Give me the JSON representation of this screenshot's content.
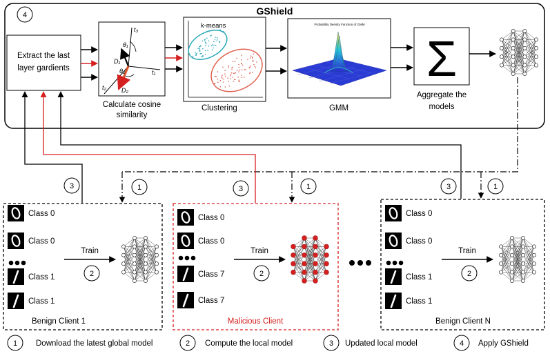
{
  "title": "GShield",
  "top": {
    "extract": [
      "Extract the last",
      "layer gardients"
    ],
    "cosine_caption": [
      "Calculate cosine",
      "similarity"
    ],
    "clustering_caption": "Clustering",
    "kmeans_label": "k-means",
    "gmm_caption": "GMM",
    "gmm_plot_title": "Probability Density Function of GMM",
    "aggregate_caption": [
      "Aggregate the",
      "models"
    ],
    "sigma": "Σ",
    "vector_labels": {
      "t3": "t₃",
      "t1": "t₁",
      "t2": "t₂",
      "theta1": "θ₁",
      "theta2": "θ₂",
      "d1": "D₁",
      "d2": "D₂"
    }
  },
  "clients": [
    {
      "name": "Benign Client 1",
      "classes": [
        "Class 0",
        "Class 0",
        "Class 1",
        "Class 1"
      ],
      "train": "Train",
      "malicious": false
    },
    {
      "name": "Malicious Client",
      "classes": [
        "Class 0",
        "Class 0",
        "Class 7",
        "Class 7"
      ],
      "train": "Train",
      "malicious": true
    },
    {
      "name": "Benign Client N",
      "classes": [
        "Class 0",
        "Class 0",
        "Class 1",
        "Class 1"
      ],
      "train": "Train",
      "malicious": false
    }
  ],
  "steps": {
    "n1": "1",
    "n2": "2",
    "n3": "3",
    "n4": "4"
  },
  "legend": [
    {
      "num": "1",
      "text": "Download the latest global model"
    },
    {
      "num": "2",
      "text": "Compute the local model"
    },
    {
      "num": "3",
      "text": "Updated local model"
    },
    {
      "num": "4",
      "text": "Apply GShield"
    }
  ],
  "colors": {
    "malicious": "#d62020",
    "cluster_blue": "#27a7b8",
    "cluster_red": "#e0604f"
  }
}
